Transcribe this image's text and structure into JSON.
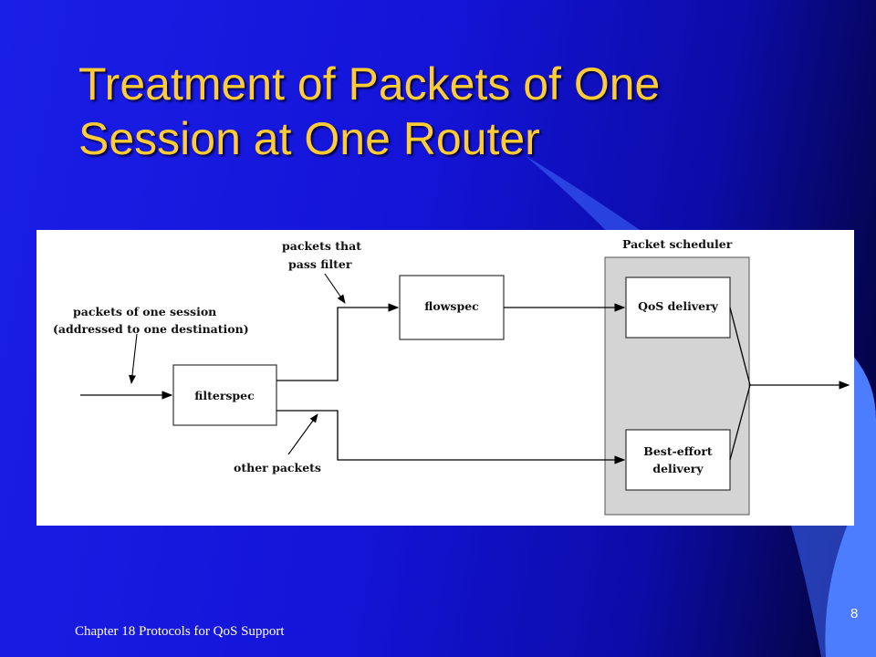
{
  "slide": {
    "title_line1": "Treatment of Packets of One",
    "title_line2": "Session at One Router",
    "footer": "Chapter 18 Protocols for QoS Support",
    "page_number": "8"
  },
  "diagram": {
    "packets_session_line1": "packets of one session",
    "packets_session_line2": "(addressed to one destination)",
    "pass_filter_line1": "packets that",
    "pass_filter_line2": "pass filter",
    "filterspec": "filterspec",
    "flowspec": "flowspec",
    "scheduler_title": "Packet scheduler",
    "qos_delivery": "QoS delivery",
    "best_effort_line1": "Best-effort",
    "best_effort_line2": "delivery",
    "other_packets": "other packets"
  },
  "colors": {
    "title": "#ffcc33",
    "scheduler_fill": "#d4d4d4",
    "accent_blue": "#3366ff"
  }
}
